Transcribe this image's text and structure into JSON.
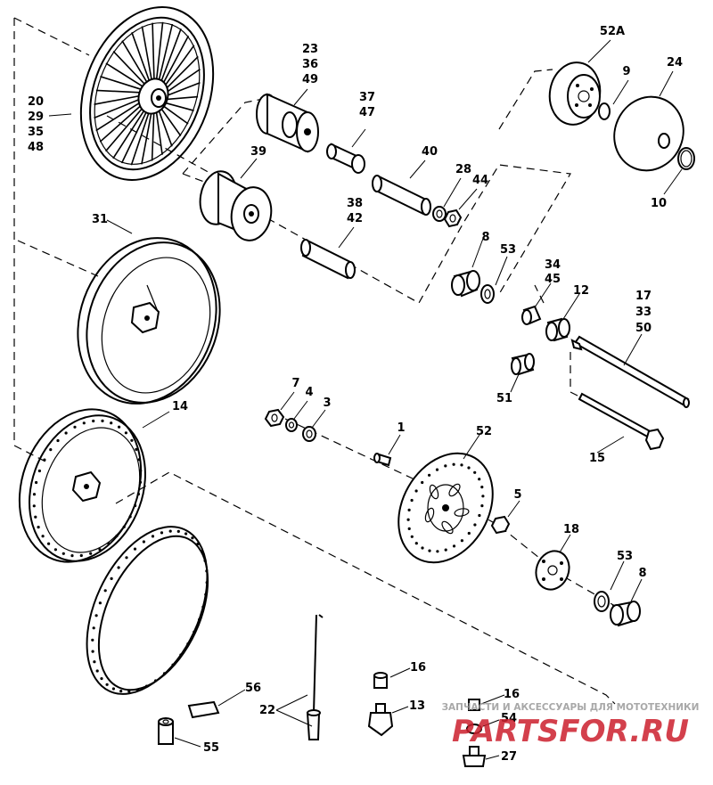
{
  "callouts": {
    "c20": "20",
    "c29": "29",
    "c35": "35",
    "c48": "48",
    "c23": "23",
    "c36": "36",
    "c49": "49",
    "c37": "37",
    "c47": "47",
    "c52A": "52A",
    "c9": "9",
    "c24": "24",
    "c10": "10",
    "c39": "39",
    "c40": "40",
    "c28": "28",
    "c44": "44",
    "c38": "38",
    "c42": "42",
    "c31": "31",
    "c8a": "8",
    "c53a": "53",
    "c34": "34",
    "c45": "45",
    "c12": "12",
    "c17": "17",
    "c33": "33",
    "c50": "50",
    "c51": "51",
    "c7": "7",
    "c4": "4",
    "c3": "3",
    "c1": "1",
    "c14": "14",
    "c52": "52",
    "c5": "5",
    "c15": "15",
    "c18": "18",
    "c53b": "53",
    "c8b": "8",
    "c16a": "16",
    "c13": "13",
    "c56": "56",
    "c22": "22",
    "c55": "55",
    "c16b": "16",
    "c54": "54",
    "c27": "27"
  },
  "watermark": {
    "tagline": "ЗАПЧАСТИ И АКСЕССУАРЫ ДЛЯ МОТОТЕХНИКИ",
    "brand": "PARTSFOR.RU",
    "accent_color": "#cc1f2d"
  }
}
